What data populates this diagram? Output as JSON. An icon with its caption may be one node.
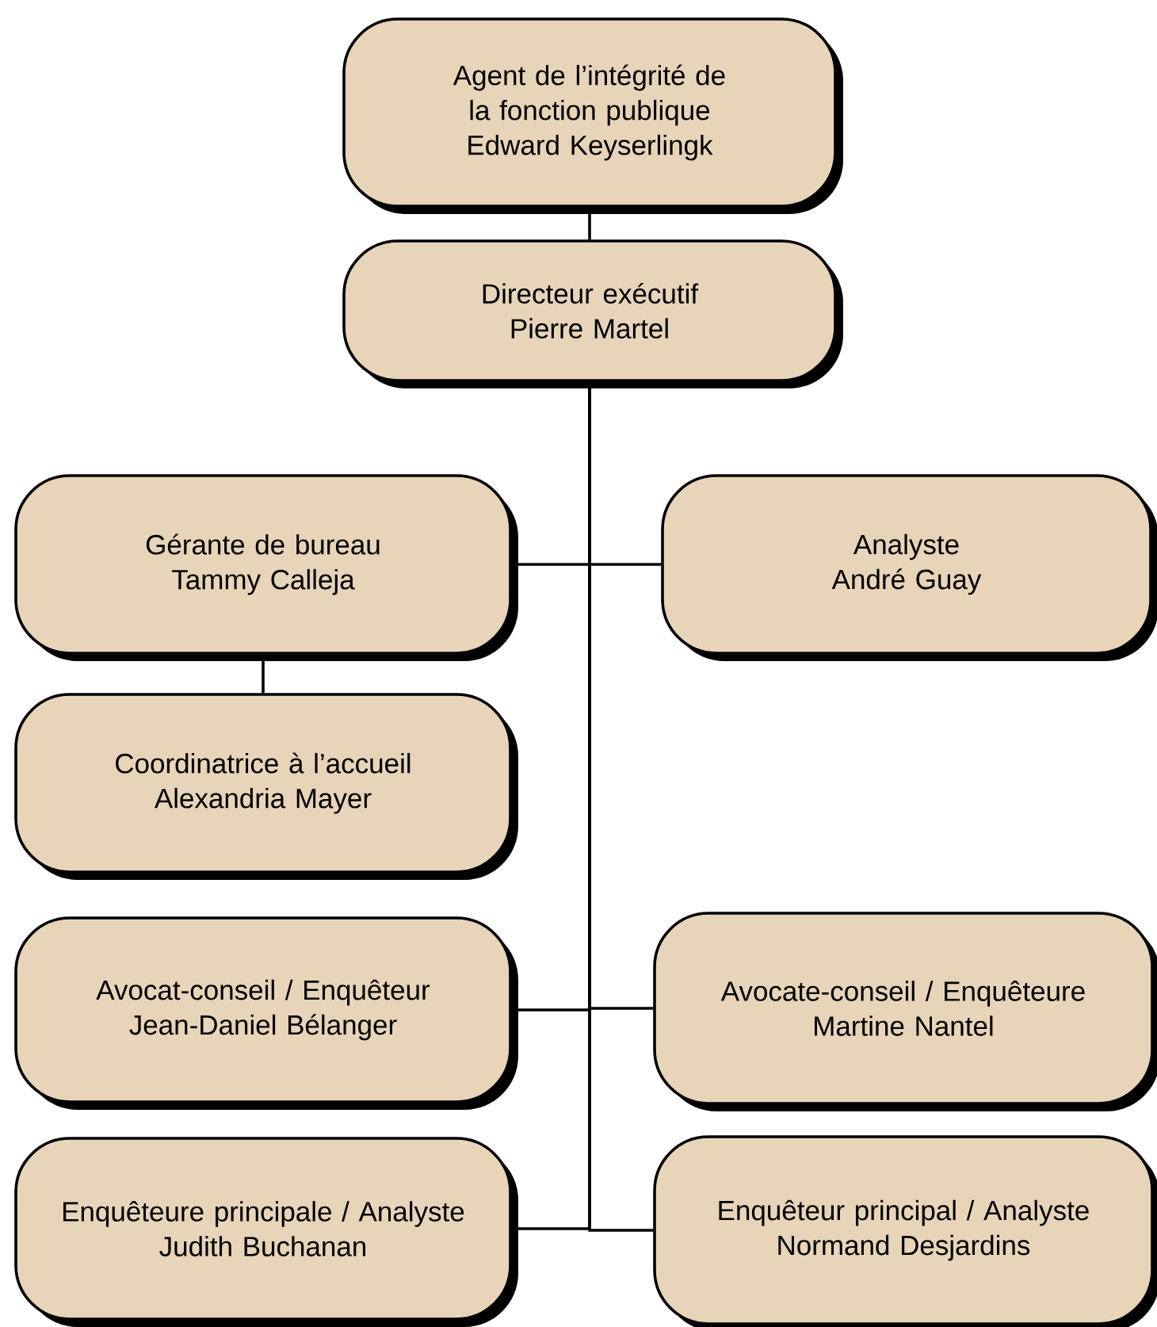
{
  "diagram": {
    "nodes": [
      {
        "text": [
          "Agent de l’intégrité de la fonction publique",
          "Edward Keyserlingk"
        ]
      },
      {
        "text": [
          "Directeur exécutif",
          "Pierre Martel"
        ]
      },
      {
        "text": [
          "Gérante de bureau",
          "Tammy Calleja"
        ]
      },
      {
        "text": [
          "Analyste",
          "André Guay"
        ]
      },
      {
        "text": [
          "Coordinatrice à l’accueil",
          "Alexandria Mayer"
        ]
      },
      {
        "text": [
          "Avocat-conseil / Enquêteur",
          "Jean-Daniel Bélanger"
        ]
      },
      {
        "text": [
          "Avocate-conseil / Enquêteure",
          "Martine Nantel"
        ]
      },
      {
        "text": [
          "Enquêteure principale / Analyste",
          "Judith Buchanan"
        ]
      },
      {
        "text": [
          "Enquêteur principal / Analyste",
          "Normand Desjardins"
        ]
      }
    ],
    "edges": [
      {
        "from": 0,
        "to": 1,
        "arrow": "none"
      },
      {
        "from": 1,
        "to": 2,
        "arrow": "none"
      },
      {
        "from": 1,
        "to": 3,
        "arrow": "none"
      },
      {
        "from": 2,
        "to": 4,
        "arrow": "none"
      },
      {
        "from": 1,
        "to": 5,
        "arrow": "none"
      },
      {
        "from": 1,
        "to": 6,
        "arrow": "none"
      },
      {
        "from": 1,
        "to": 7,
        "arrow": "none"
      },
      {
        "from": 1,
        "to": 8,
        "arrow": "none"
      }
    ]
  }
}
